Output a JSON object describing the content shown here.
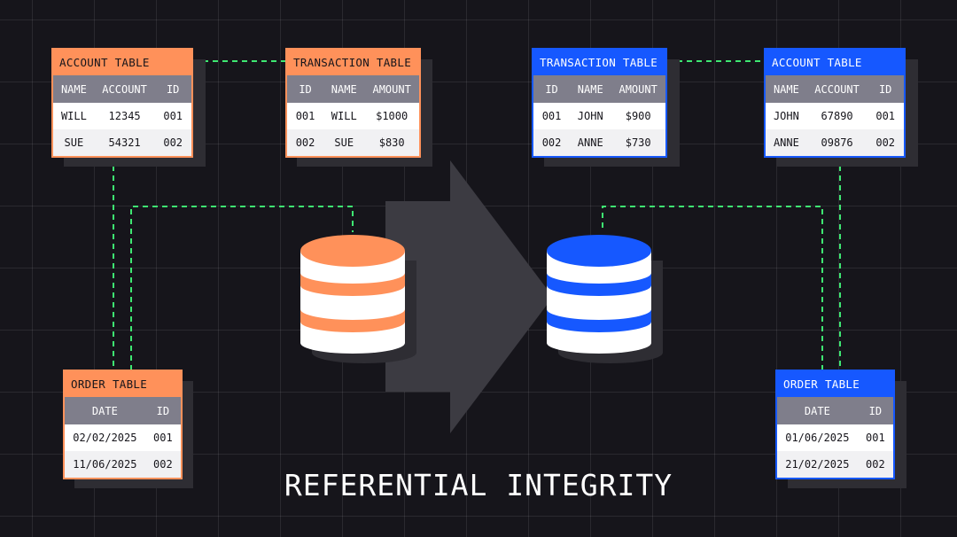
{
  "title": "REFERENTIAL INTEGRITY",
  "colors": {
    "orange": "#ff915a",
    "blue": "#1658ff",
    "background": "#16151b",
    "header": "#7f7e8b",
    "link": "#3ee872"
  },
  "source": {
    "account_table": {
      "title": "ACCOUNT TABLE",
      "columns": [
        "NAME",
        "ACCOUNT",
        "ID"
      ],
      "rows": [
        [
          "WILL",
          "12345",
          "001"
        ],
        [
          "SUE",
          "54321",
          "002"
        ]
      ]
    },
    "transaction_table": {
      "title": "TRANSACTION TABLE",
      "columns": [
        "ID",
        "NAME",
        "AMOUNT"
      ],
      "rows": [
        [
          "001",
          "WILL",
          "$1000"
        ],
        [
          "002",
          "SUE",
          "$830"
        ]
      ]
    },
    "order_table": {
      "title": "ORDER TABLE",
      "columns": [
        "DATE",
        "ID"
      ],
      "rows": [
        [
          "02/02/2025",
          "001"
        ],
        [
          "11/06/2025",
          "002"
        ]
      ]
    }
  },
  "target": {
    "transaction_table": {
      "title": "TRANSACTION TABLE",
      "columns": [
        "ID",
        "NAME",
        "AMOUNT"
      ],
      "rows": [
        [
          "001",
          "JOHN",
          "$900"
        ],
        [
          "002",
          "ANNE",
          "$730"
        ]
      ]
    },
    "account_table": {
      "title": "ACCOUNT TABLE",
      "columns": [
        "NAME",
        "ACCOUNT",
        "ID"
      ],
      "rows": [
        [
          "JOHN",
          "67890",
          "001"
        ],
        [
          "ANNE",
          "09876",
          "002"
        ]
      ]
    },
    "order_table": {
      "title": "ORDER TABLE",
      "columns": [
        "DATE",
        "ID"
      ],
      "rows": [
        [
          "01/06/2025",
          "001"
        ],
        [
          "21/02/2025",
          "002"
        ]
      ]
    }
  }
}
